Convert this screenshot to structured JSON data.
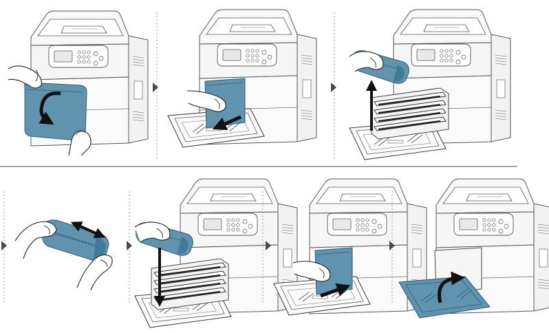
{
  "diagram": {
    "caption": "",
    "row_count": 2,
    "colors": {
      "line": "#555555",
      "fill": "#f8f8f8",
      "accent": "#5f93ae",
      "accent_dark": "#2f6688",
      "arrow": "#111111",
      "divider": "#8a8a8a",
      "separator": "#9a9a9a",
      "chevron": "#4a4a4a"
    },
    "steps": [
      {
        "step": 1,
        "row": 1,
        "action": "open-front-cover",
        "arrow": "curved-down",
        "icon": "hands-open-cover"
      },
      {
        "step": 2,
        "row": 1,
        "action": "pull-out-tray",
        "arrow": "pull-out",
        "icon": "hand-pull-tray"
      },
      {
        "step": 3,
        "row": 1,
        "action": "remove-toner-cartridge",
        "arrow": "up",
        "icon": "hand-lift-cartridge"
      },
      {
        "step": 4,
        "row": 2,
        "action": "shake-toner-cartridge",
        "arrow": "double-horizontal",
        "icon": "hands-shake-cartridge"
      },
      {
        "step": 5,
        "row": 2,
        "action": "insert-toner-cartridge",
        "arrow": "down",
        "icon": "hand-insert-cartridge"
      },
      {
        "step": 6,
        "row": 2,
        "action": "push-in-tray",
        "arrow": "push-in",
        "icon": "hand-push-tray"
      },
      {
        "step": 7,
        "row": 2,
        "action": "close-front-cover",
        "arrow": "curved-up",
        "icon": "close-cover"
      }
    ]
  }
}
